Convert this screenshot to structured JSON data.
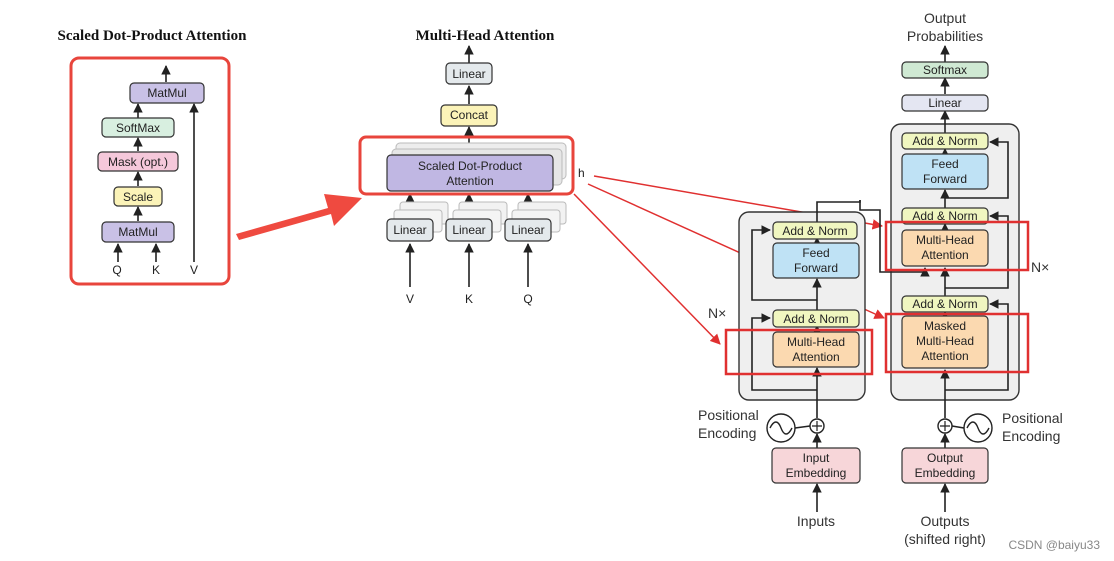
{
  "colors": {
    "matmul": "#c9c1e6",
    "softmax": "#d8efe0",
    "mask": "#f5c8da",
    "scale": "#fbf3b8",
    "linear": "#e4e9ec",
    "concat": "#fbf3b8",
    "sdpa": "#c0b7e3",
    "add_norm": "#f0f6c0",
    "feed_forward": "#bfe2f5",
    "attention": "#fbd9b0",
    "embedding": "#f7d6d9",
    "softmax_top": "#cfe9d3",
    "highlight_red": "#e8453c"
  },
  "sdpa_panel": {
    "title": "Scaled Dot-Product Attention",
    "matmul_top": "MatMul",
    "softmax": "SoftMax",
    "mask": "Mask (opt.)",
    "scale": "Scale",
    "matmul_bottom": "MatMul",
    "input_q": "Q",
    "input_k": "K",
    "input_v": "V"
  },
  "mha_panel": {
    "title": "Multi-Head Attention",
    "linear_top": "Linear",
    "concat": "Concat",
    "sdpa_line1": "Scaled Dot-Product",
    "sdpa_line2": "Attention",
    "heads": "h",
    "linear_v": "Linear",
    "linear_k": "Linear",
    "linear_q": "Linear",
    "input_v": "V",
    "input_k": "K",
    "input_q": "Q"
  },
  "transformer": {
    "output_line1": "Output",
    "output_line2": "Probabilities",
    "softmax": "Softmax",
    "linear": "Linear",
    "encoder": {
      "add_norm_top": "Add & Norm",
      "ff_line1": "Feed",
      "ff_line2": "Forward",
      "add_norm_bottom": "Add & Norm",
      "mha_line1": "Multi-Head",
      "mha_line2": "Attention",
      "nx": "N×",
      "pos_line1": "Positional",
      "pos_line2": "Encoding",
      "emb_line1": "Input",
      "emb_line2": "Embedding",
      "inputs": "Inputs"
    },
    "decoder": {
      "add_norm_1": "Add & Norm",
      "ff_line1": "Feed",
      "ff_line2": "Forward",
      "add_norm_2": "Add & Norm",
      "mha_line1": "Multi-Head",
      "mha_line2": "Attention",
      "add_norm_3": "Add & Norm",
      "masked_line1": "Masked",
      "masked_line2": "Multi-Head",
      "masked_line3": "Attention",
      "nx": "N×",
      "pos_line1": "Positional",
      "pos_line2": "Encoding",
      "emb_line1": "Output",
      "emb_line2": "Embedding",
      "outputs_line1": "Outputs",
      "outputs_line2": "(shifted right)"
    }
  },
  "watermark": "CSDN @baiyu33"
}
